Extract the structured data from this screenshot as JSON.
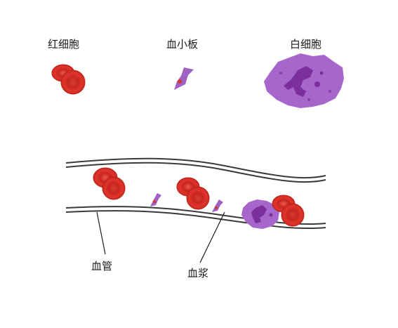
{
  "labels": {
    "red_blood_cell": "红细胞",
    "platelet": "血小板",
    "white_blood_cell": "白细胞",
    "blood_vessel": "血管",
    "plasma": "血浆"
  },
  "colors": {
    "rbc_fill": "#e0352b",
    "rbc_dark": "#b8231c",
    "platelet_fill": "#a061c4",
    "wbc_fill": "#a766cc",
    "wbc_nucleus": "#7b2f9c",
    "vessel_wall": "#3a3a3a"
  }
}
